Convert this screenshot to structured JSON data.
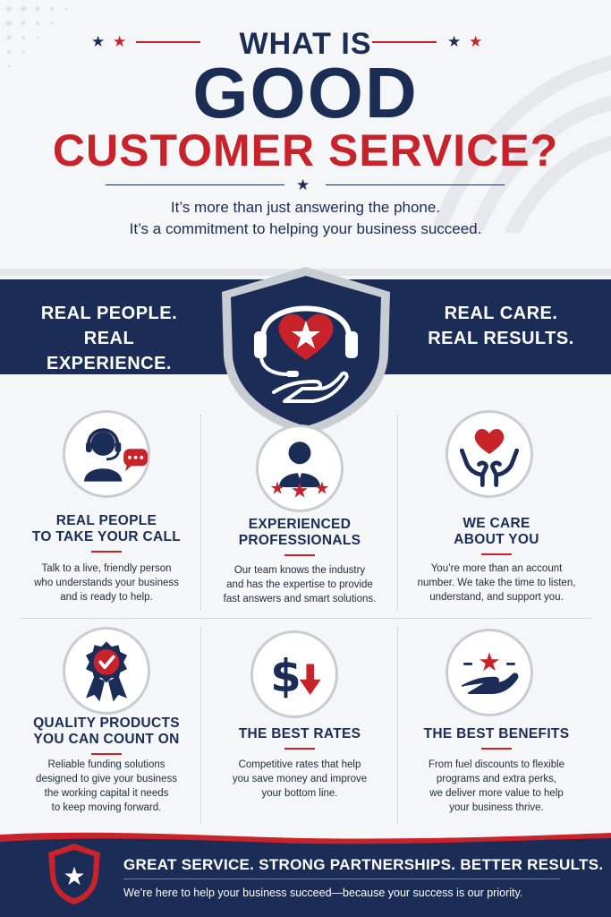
{
  "header": {
    "title_line1": "WHAT IS",
    "title_line2": "GOOD",
    "title_line3": "CUSTOMER SERVICE?",
    "subtitle_line1": "It’s more than just answering the phone.",
    "subtitle_line2": "It’s a commitment to helping your business succeed."
  },
  "band": {
    "left_line1": "REAL PEOPLE.",
    "left_line2": "REAL EXPERIENCE.",
    "right_line1": "REAL CARE.",
    "right_line2": "REAL RESULTS."
  },
  "features": [
    {
      "icon": "headset-person-icon",
      "title_line1": "REAL PEOPLE",
      "title_line2": "TO TAKE YOUR CALL",
      "desc_line1": "Talk to a live, friendly person",
      "desc_line2": "who understands your business",
      "desc_line3": "and is ready to help."
    },
    {
      "icon": "professional-stars-icon",
      "title_line1": "EXPERIENCED",
      "title_line2": "PROFESSIONALS",
      "desc_line1": "Our team knows the industry",
      "desc_line2": "and has the expertise to provide",
      "desc_line3": "fast answers and smart solutions."
    },
    {
      "icon": "hands-heart-icon",
      "title_line1": "WE CARE",
      "title_line2": "ABOUT YOU",
      "desc_line1": "You’re more than an account",
      "desc_line2": "number. We take the time to listen,",
      "desc_line3": "understand, and support you."
    },
    {
      "icon": "quality-ribbon-icon",
      "title_line1": "QUALITY PRODUCTS",
      "title_line2": "YOU CAN COUNT ON",
      "desc_line1": "Reliable funding solutions",
      "desc_line2": "designed to give your business",
      "desc_line3": "the working capital it needs",
      "desc_line4": "to keep moving forward."
    },
    {
      "icon": "dollar-down-icon",
      "title_line1": "THE BEST RATES",
      "desc_line1": "Competitive rates that help",
      "desc_line2": "you save money and improve",
      "desc_line3": "your bottom line."
    },
    {
      "icon": "hand-star-icon",
      "title_line1": "THE BEST BENEFITS",
      "desc_line1": "From fuel discounts to flexible",
      "desc_line2": "programs and extra perks,",
      "desc_line3": "we deliver more value to help",
      "desc_line4": "your business thrive."
    }
  ],
  "footer": {
    "title": "GREAT SERVICE. STRONG PARTNERSHIPS. BETTER RESULTS.",
    "subtitle": "We’re here to help your business succeed—because your success is our priority."
  },
  "colors": {
    "navy": "#1b2d57",
    "red": "#c8222b",
    "background": "#f5f6f8"
  }
}
